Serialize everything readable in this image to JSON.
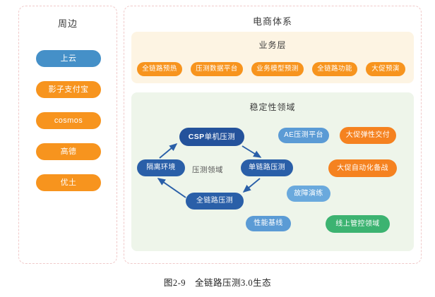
{
  "figure": {
    "caption": "图2-9　全链路压测3.0生态"
  },
  "left_panel": {
    "title": "周边",
    "items": [
      {
        "label": "上云",
        "color": "#4590c8"
      },
      {
        "label": "影子支付宝",
        "color": "#f7941e"
      },
      {
        "label": "cosmos",
        "color": "#f7941e"
      },
      {
        "label": "高德",
        "color": "#f7941e"
      },
      {
        "label": "优土",
        "color": "#f7941e"
      }
    ]
  },
  "right_panel": {
    "title": "电商体系",
    "business_layer": {
      "title": "业务层",
      "accent": "#fdf4e3",
      "items": [
        {
          "label": "全链路预热",
          "color": "#f7941e"
        },
        {
          "label": "压测数据平台",
          "color": "#f7941e"
        },
        {
          "label": "业务模型预测",
          "color": "#f7941e"
        },
        {
          "label": "全链路功能",
          "color": "#f7941e"
        },
        {
          "label": "大促预演",
          "color": "#f7941e"
        }
      ]
    },
    "stability_layer": {
      "title": "稳定性领域",
      "accent": "#eef5ea",
      "center_label": "压测领域",
      "cycle_nodes": [
        {
          "label": "CSP单机压测",
          "prefix": "CSP",
          "suffix": "单机压测",
          "color": "#24529b"
        },
        {
          "label": "单链路压测",
          "color": "#2a5fa8"
        },
        {
          "label": "全链路压测",
          "color": "#2a5fa8"
        },
        {
          "label": "隔离环境",
          "color": "#2a5fa8"
        }
      ],
      "side_nodes": [
        {
          "label": "AE压测平台",
          "color": "#5b9bd5"
        },
        {
          "label": "大促弹性交付",
          "color": "#f58220"
        },
        {
          "label": "大促自动化备战",
          "color": "#f58220"
        },
        {
          "label": "故障演练",
          "color": "#6aa9dd"
        },
        {
          "label": "性能基线",
          "color": "#5b9bd5"
        },
        {
          "label": "线上管控领域",
          "color": "#3cb371"
        }
      ]
    }
  },
  "arrow_color": "#2a5fa8"
}
